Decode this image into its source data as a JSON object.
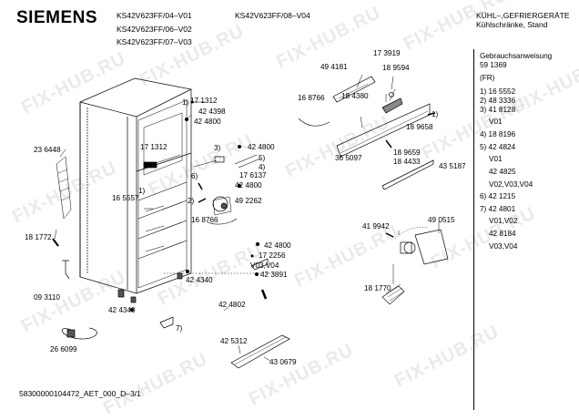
{
  "brand": "SIEMENS",
  "header": {
    "models_left": [
      "KS42V623FF/04–V01",
      "KS42V623FF/06–V02",
      "KS42V623FF/07–V03"
    ],
    "model_center": "KS42V623FF/08–V04",
    "category": [
      "KÜHL–,GEFRIERGERÄTE",
      "Kühlschränke, Stand"
    ]
  },
  "footer": {
    "doc_id": "58300000104472_AET_000_D–3/1"
  },
  "watermark": "FIX-HUB.RU",
  "side_panel": [
    "Gebrauchsanweisung",
    "59 1369",
    "(FR)",
    "1) 16 5552",
    "2) 48 3336",
    "3) 41 8128",
    "V01",
    "4) 18 8196",
    "5) 42 4824",
    "V01",
    "42 4825",
    "V02,V03,V04",
    "6) 42 1215",
    "7) 42 4801",
    "V01,V02",
    "42 8184",
    "V03,V04"
  ],
  "part_labels": {
    "p171312a": "17 1312",
    "p424398": "42 4398",
    "p424800a": "42 4800",
    "p171312b": "17 1312",
    "p236448": "23 6448",
    "p424800b": "42 4800",
    "p176137": "17 6137",
    "p424800c": "42 4800",
    "p165557": "16 5557",
    "p492262": "49 2262",
    "p168766a": "16 8766",
    "p181772": "18 1772",
    "p424800d": "42 4800",
    "p172256": "17 2256",
    "pv0304": "V03,V04",
    "p423891": "42 3891",
    "p424340a": "42 4340",
    "p093110": "09 3110",
    "p424340b": "42 4340",
    "p424802": "42 4802",
    "p266099": "26 6099",
    "p425312": "42 5312",
    "p430679": "43 0679",
    "p494181": "49 4181",
    "p173919": "17 3919",
    "p189594": "18 9594",
    "p168766b": "16 8766",
    "p184380": "18 4380",
    "p189658": "18 9658",
    "p365097": "36 5097",
    "p189659": "18 9659",
    "p184433": "18 4433",
    "p435187": "43 5187",
    "p419942": "41 9942",
    "p490515": "49 0515",
    "p181770": "18 1770",
    "c1": "1)",
    "c2": "2)",
    "c3": "3)",
    "c4": "4)",
    "c5": "5)",
    "c6": "6)",
    "c7": "7)",
    "c1b": "1)"
  }
}
